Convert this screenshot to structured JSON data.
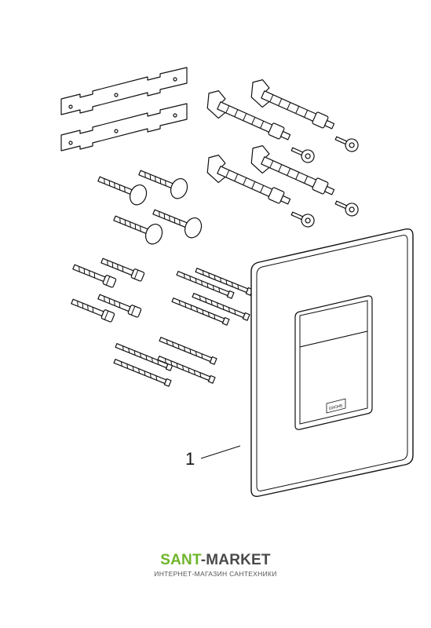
{
  "diagram": {
    "callout_number": "1",
    "flush_plate_badge": "GROHE"
  },
  "watermark": {
    "brand_part1": "SANT",
    "brand_separator": "-",
    "brand_part2": "MARKET",
    "tagline": "ИНТЕРНЕТ-МАГАЗИН САНТЕХНИКИ",
    "color_primary": "#6fb52c",
    "color_secondary": "#4a4a4a"
  }
}
